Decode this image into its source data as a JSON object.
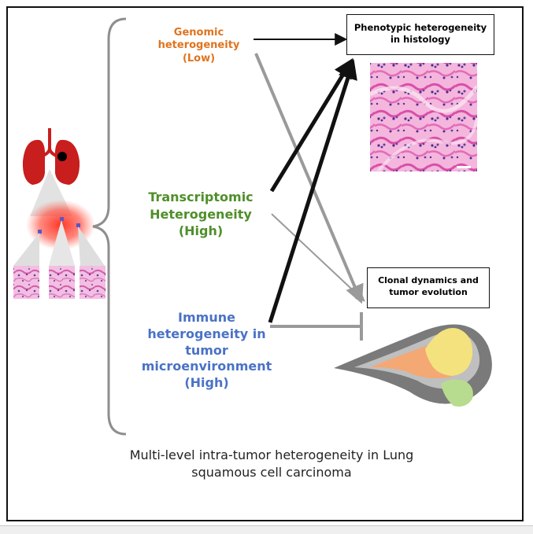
{
  "nodes": {
    "genomic": {
      "lines": [
        "Genomic",
        "heterogeneity",
        "(Low)"
      ],
      "color": "#e0731e"
    },
    "transcriptomic": {
      "lines": [
        "Transcriptomic",
        "Heterogeneity",
        "(High)"
      ],
      "color": "#4f8f2a"
    },
    "immune": {
      "lines": [
        "Immune",
        "heterogeneity in",
        "tumor",
        "microenvironment",
        "(High)"
      ],
      "color": "#4a72c6"
    },
    "phenotypic_box": {
      "lines": [
        "Phenotypic heterogeneity",
        "in histology"
      ]
    },
    "clonal_box": {
      "lines": [
        "Clonal dynamics and",
        "tumor evolution"
      ]
    }
  },
  "caption": {
    "lines": [
      "Multi-level intra-tumor heterogeneity in Lung",
      "squamous cell carcinoma"
    ]
  },
  "colors": {
    "arrow_black": "#111111",
    "arrow_gray": "#9a9a9a",
    "lung_red": "#c81e1e",
    "tumor_glow": "#ff3a2a",
    "histology_pink": "#e78ec9",
    "histology_purple": "#5b3f9c"
  },
  "icons": [
    "lung-icon",
    "tumor-icon",
    "histology-thumbnail-icon",
    "histology-image-icon",
    "clonal-evolution-icon"
  ]
}
